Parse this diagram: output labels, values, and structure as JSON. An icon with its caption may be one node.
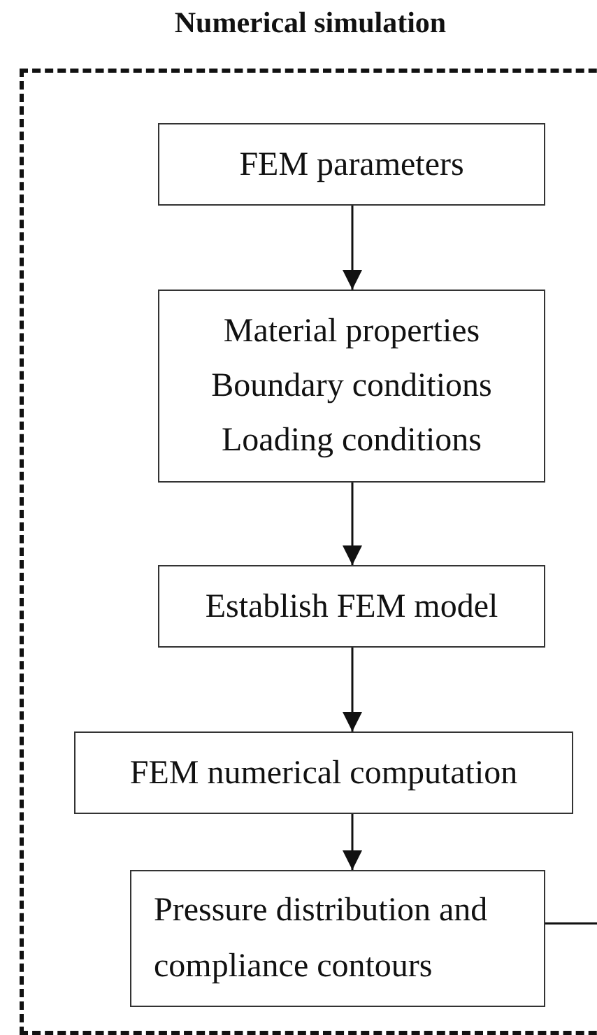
{
  "diagram": {
    "nodes": [
      {
        "text": [
          "Numerical simulation"
        ]
      },
      {
        "text": [
          "FEM parameters"
        ],
        "in": 0
      },
      {
        "text": [
          "Material properties Boundary conditions Loading conditions"
        ],
        "in": 0
      },
      {
        "text": [
          "Establish FEM model"
        ],
        "in": 0
      },
      {
        "text": [
          "FEM numerical computation"
        ],
        "in": 0
      },
      {
        "text": [
          "Pressure distribution and compliance contours"
        ],
        "in": 0
      }
    ],
    "edges": [
      {
        "from": 1,
        "to": 2,
        "arrow": "to"
      },
      {
        "from": 2,
        "to": 3,
        "arrow": "to"
      },
      {
        "from": 3,
        "to": 4,
        "arrow": "to"
      },
      {
        "from": 4,
        "to": 5,
        "arrow": "to"
      },
      {
        "from": 5,
        "to": null,
        "arrow": "none"
      }
    ]
  }
}
